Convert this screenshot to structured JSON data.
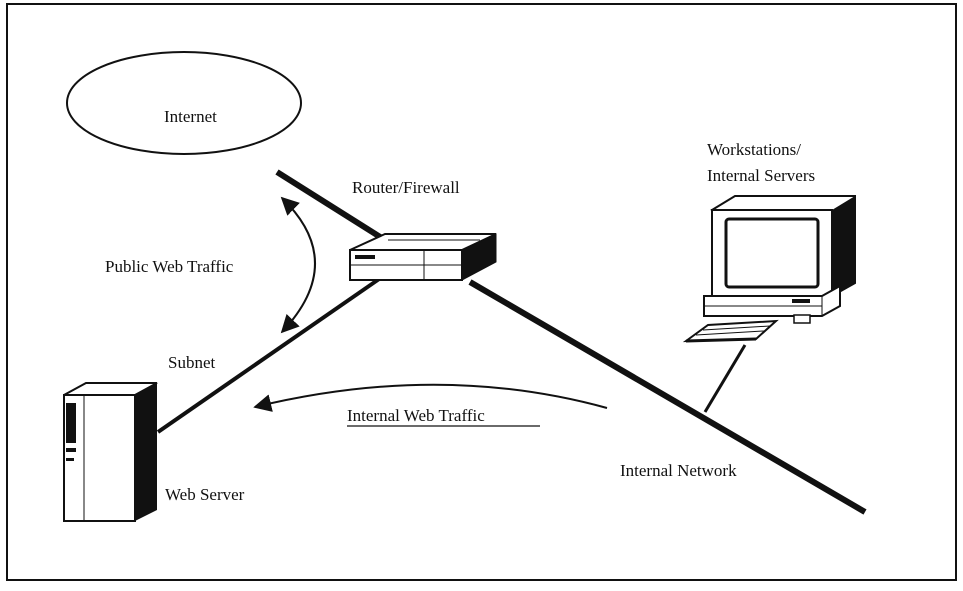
{
  "labels": {
    "internet": "Internet",
    "router_firewall": "Router/Firewall",
    "workstations_line1": "Workstations/",
    "workstations_line2": "Internal Servers",
    "public_web_traffic": "Public Web Traffic",
    "subnet": "Subnet",
    "internal_web_traffic": "Internal Web Traffic",
    "internal_network": "Internal Network",
    "web_server": "Web Server"
  },
  "colors": {
    "line": "#111111",
    "background": "#ffffff",
    "device_fill": "#ffffff"
  }
}
